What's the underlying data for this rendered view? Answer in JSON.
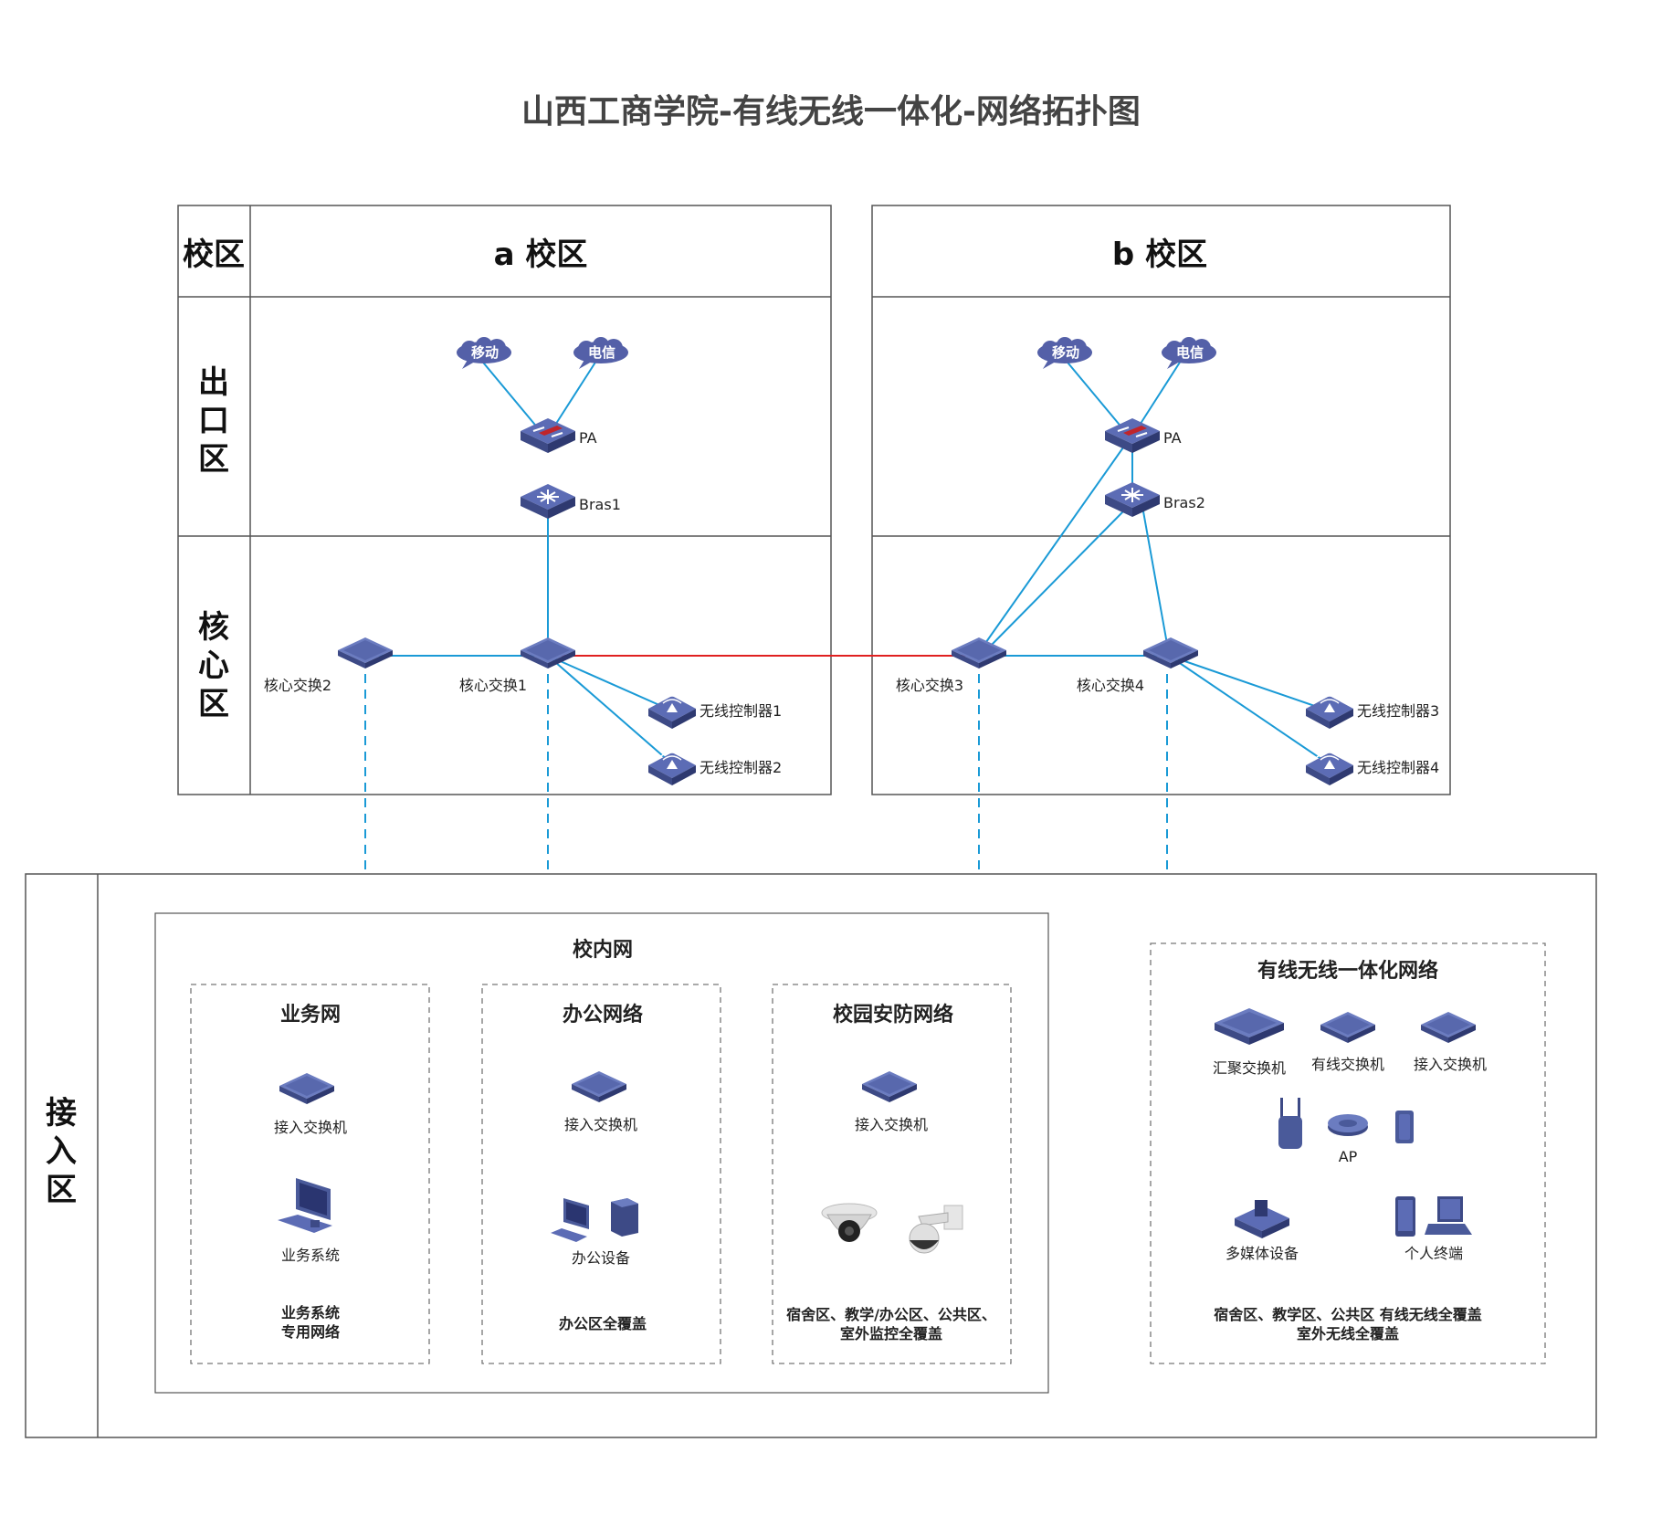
{
  "title": "山西工商学院-有线无线一体化-网络拓扑图",
  "header": {
    "zone_col": "校区",
    "campus_a": "a 校区",
    "campus_b": "b 校区"
  },
  "zones": {
    "exit": "出口区",
    "core": "核心区",
    "access": "接入区"
  },
  "campus_a": {
    "isp1": "移动",
    "isp2": "电信",
    "firewall": "PA",
    "bras": "Bras1",
    "core_left": "核心交换2",
    "core_main": "核心交换1",
    "wlc1": "无线控制器1",
    "wlc2": "无线控制器2"
  },
  "campus_b": {
    "isp1": "移动",
    "isp2": "电信",
    "firewall": "PA",
    "bras": "Bras2",
    "core_main": "核心交换3",
    "core_right": "核心交换4",
    "wlc3": "无线控制器3",
    "wlc4": "无线控制器4"
  },
  "access": {
    "intranet": {
      "title": "校内网",
      "business": {
        "title": "业务网",
        "switch": "接入交换机",
        "device": "业务系统",
        "note_line1": "业务系统",
        "note_line2": "专用网络"
      },
      "office": {
        "title": "办公网络",
        "switch": "接入交换机",
        "device": "办公设备",
        "note_line1": "办公区全覆盖"
      },
      "security": {
        "title": "校园安防网络",
        "switch": "接入交换机",
        "note_line1": "宿舍区、教学/办公区、公共区、",
        "note_line2": "室外监控全覆盖"
      }
    },
    "unified": {
      "title": "有线无线一体化网络",
      "agg_switch": "汇聚交换机",
      "wired_switch": "有线交换机",
      "access_switch": "接入交换机",
      "ap": "AP",
      "multimedia": "多媒体设备",
      "personal": "个人终端",
      "note_line1": "宿舍区、教学区、公共区  有线无线全覆盖",
      "note_line2": "室外无线全覆盖"
    }
  },
  "colors": {
    "link": "#1a9ad6",
    "interlink": "#e02020",
    "device": "#4a5a9a",
    "device_top": "#6b7cc0",
    "border": "#555555"
  }
}
